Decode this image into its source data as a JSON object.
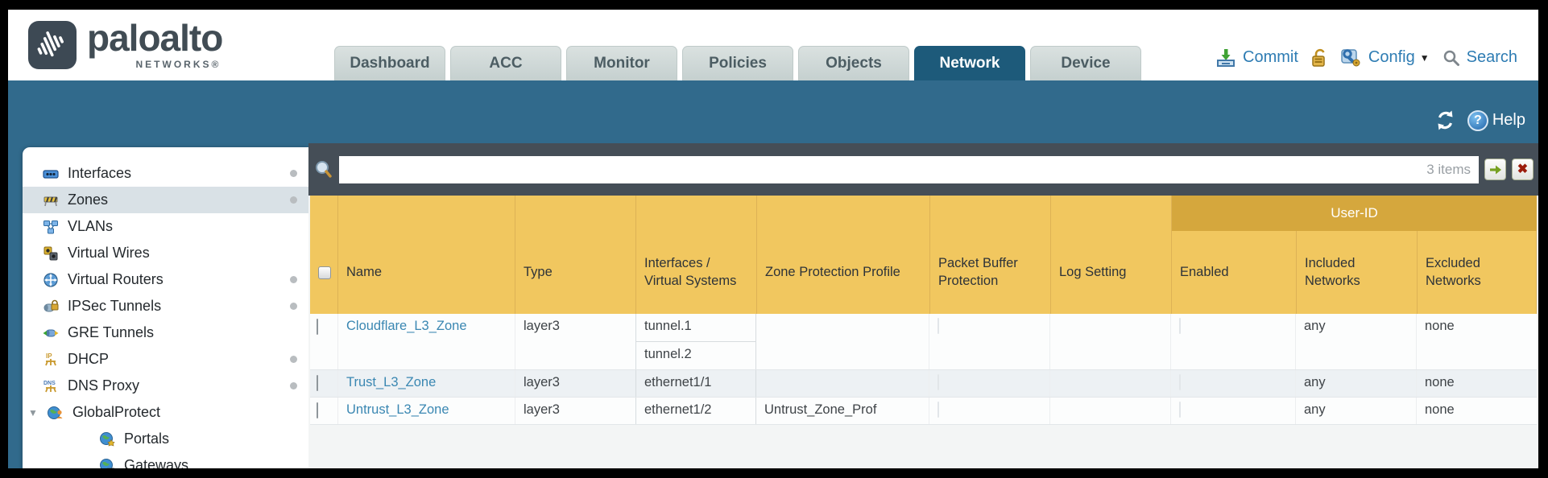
{
  "brand": {
    "wordmark": "paloalto",
    "networks": "NETWORKS®"
  },
  "tabs": [
    {
      "label": "Dashboard",
      "active": false
    },
    {
      "label": "ACC",
      "active": false
    },
    {
      "label": "Monitor",
      "active": false
    },
    {
      "label": "Policies",
      "active": false
    },
    {
      "label": "Objects",
      "active": false
    },
    {
      "label": "Network",
      "active": true
    },
    {
      "label": "Device",
      "active": false
    }
  ],
  "top_actions": {
    "commit": "Commit",
    "config": "Config",
    "search": "Search"
  },
  "teal_bar": {
    "help": "Help"
  },
  "icons": {
    "caret": "▼",
    "expander": "▼",
    "clear": "✖",
    "help": "?"
  },
  "sidebar": {
    "items": [
      {
        "label": "Interfaces",
        "selected": false,
        "has_dot": true
      },
      {
        "label": "Zones",
        "selected": true,
        "has_dot": true
      },
      {
        "label": "VLANs",
        "selected": false,
        "has_dot": false
      },
      {
        "label": "Virtual Wires",
        "selected": false,
        "has_dot": false
      },
      {
        "label": "Virtual Routers",
        "selected": false,
        "has_dot": true
      },
      {
        "label": "IPSec Tunnels",
        "selected": false,
        "has_dot": true
      },
      {
        "label": "GRE Tunnels",
        "selected": false,
        "has_dot": false
      },
      {
        "label": "DHCP",
        "selected": false,
        "has_dot": true
      },
      {
        "label": "DNS Proxy",
        "selected": false,
        "has_dot": true
      },
      {
        "label": "GlobalProtect",
        "selected": false,
        "has_dot": false,
        "expanded": true
      },
      {
        "label": "Portals",
        "selected": false,
        "has_dot": false,
        "child": true
      },
      {
        "label": "Gateways",
        "selected": false,
        "has_dot": false,
        "child": true
      }
    ]
  },
  "toolbar": {
    "filter_value": "",
    "count": "3 items"
  },
  "table": {
    "group_header": "User-ID",
    "columns": [
      "Name",
      "Type",
      "Interfaces / Virtual Systems",
      "Zone Protection Profile",
      "Packet Buffer Protection",
      "Log Setting",
      "Enabled",
      "Included Networks",
      "Excluded Networks"
    ],
    "rows": [
      {
        "name": "Cloudflare_L3_Zone",
        "type": "layer3",
        "interfaces": [
          "tunnel.1",
          "tunnel.2"
        ],
        "zone_protection_profile": "",
        "packet_buffer_protection_checked": false,
        "log_setting": "",
        "user_id_enabled_checked": false,
        "included_networks": "any",
        "excluded_networks": "none"
      },
      {
        "name": "Trust_L3_Zone",
        "type": "layer3",
        "interfaces": [
          "ethernet1/1"
        ],
        "zone_protection_profile": "",
        "packet_buffer_protection_checked": false,
        "log_setting": "",
        "user_id_enabled_checked": false,
        "included_networks": "any",
        "excluded_networks": "none"
      },
      {
        "name": "Untrust_L3_Zone",
        "type": "layer3",
        "interfaces": [
          "ethernet1/2"
        ],
        "zone_protection_profile": "Untrust_Zone_Prof",
        "packet_buffer_protection_checked": false,
        "log_setting": "",
        "user_id_enabled_checked": false,
        "included_networks": "any",
        "excluded_networks": "none"
      }
    ]
  },
  "colors": {
    "teal_band": "#316a8c",
    "active_tab": "#1d5a7a",
    "toolbar_gray": "#454e57",
    "header_gold": "#f1c75f",
    "group_gold": "#d5a73d",
    "link_blue": "#3a87b2",
    "row_alt": "#edf1f4",
    "selected_nav": "#d9e1e6"
  }
}
